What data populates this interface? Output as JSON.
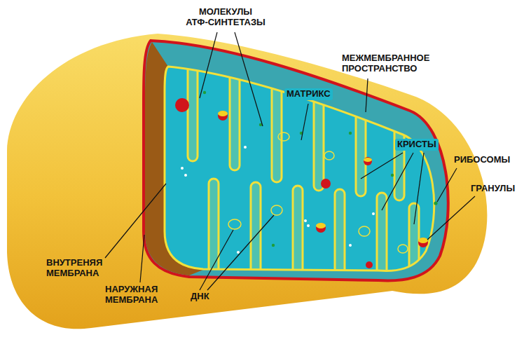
{
  "diagram": {
    "labels": [
      "МОЛЕКУЛЫ АТФ-СИНТЕТАЗЫ",
      "МЕЖМЕМБРАННОЕ ПРОСТРАНСТВО",
      "МАТРИКС",
      "КРИСТЫ",
      "РИБОСОМЫ",
      "ГРАНУЛЫ",
      "ВНУТРЕНЯЯ МЕМБРАНА",
      "НАРУЖНАЯ МЕМБРАНА",
      "ДНК"
    ]
  }
}
